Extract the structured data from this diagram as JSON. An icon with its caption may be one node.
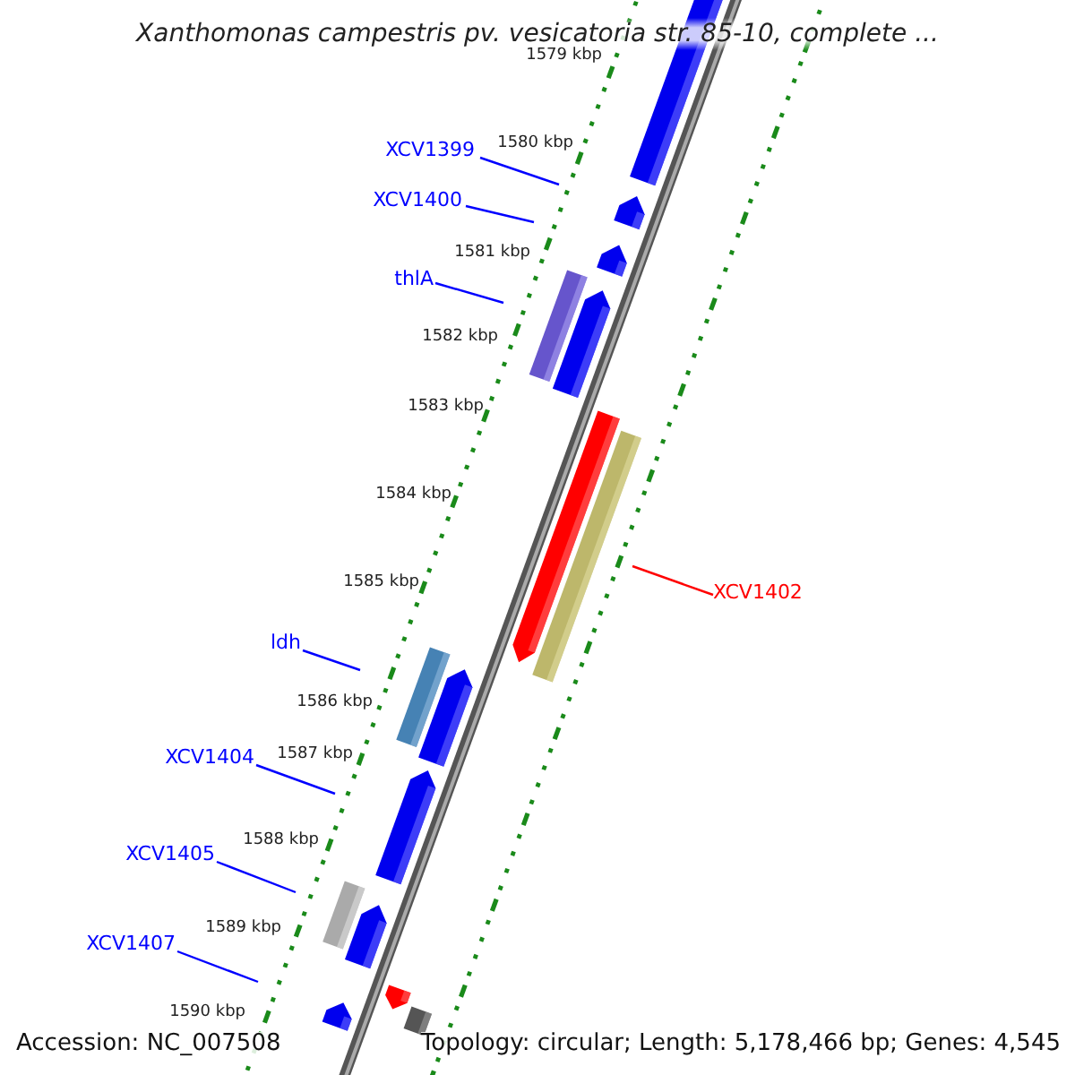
{
  "diagram": {
    "title": "Xanthomonas campestris pv. vesicatoria str. 85-10, complete ...",
    "nodes": [
      {
        "text": [
          "XCV1399"
        ]
      },
      {
        "text": [
          "XCV1400"
        ]
      },
      {
        "text": [
          "thlA"
        ]
      },
      {
        "text": [
          "XCV1402"
        ]
      },
      {
        "text": [
          "ldh"
        ]
      },
      {
        "text": [
          "XCV1404"
        ]
      },
      {
        "text": [
          "XCV1405"
        ]
      },
      {
        "text": [
          "XCV1407"
        ]
      }
    ],
    "edges": [
      {
        "from": 0,
        "to": null,
        "arrow": "none"
      },
      {
        "from": 1,
        "to": null,
        "arrow": "none"
      },
      {
        "from": 2,
        "to": null,
        "arrow": "none"
      },
      {
        "from": 3,
        "to": null,
        "arrow": "none",
        "color": "#ff0000"
      },
      {
        "from": 4,
        "to": null,
        "arrow": "none"
      },
      {
        "from": 5,
        "to": null,
        "arrow": "none"
      },
      {
        "from": 6,
        "to": null,
        "arrow": "none"
      },
      {
        "from": 7,
        "to": null,
        "arrow": "none"
      }
    ],
    "labels": [
      "1579 kbp",
      "1580 kbp",
      "1581 kbp",
      "1582 kbp",
      "1583 kbp",
      "1584 kbp",
      "1585 kbp",
      "1586 kbp",
      "1587 kbp",
      "1588 kbp",
      "1589 kbp",
      "1590 kbp",
      "Accession: NC_007508",
      "Topology: circular; Length: 5,178,466 bp; Genes: 4,545"
    ]
  }
}
